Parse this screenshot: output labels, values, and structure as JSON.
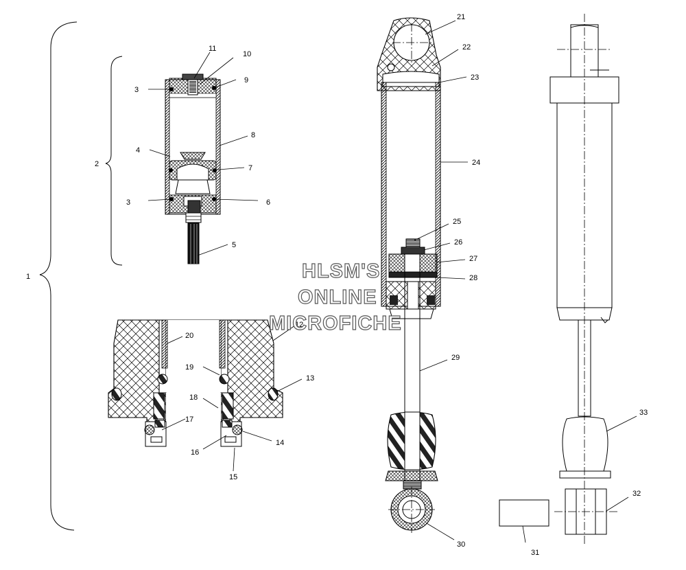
{
  "labels": {
    "l1": "1",
    "l2": "2",
    "l3a": "3",
    "l3b": "3",
    "l4": "4",
    "l5": "5",
    "l6": "6",
    "l7": "7",
    "l8": "8",
    "l9": "9",
    "l10": "10",
    "l11": "11",
    "l12": "12",
    "l13": "13",
    "l14": "14",
    "l15": "15",
    "l16": "16",
    "l17": "17",
    "l18": "18",
    "l19": "19",
    "l20": "20",
    "l21": "21",
    "l22": "22",
    "l23": "23",
    "l24": "24",
    "l25": "25",
    "l26": "26",
    "l27": "27",
    "l28": "28",
    "l29": "29",
    "l30": "30",
    "l31": "31",
    "l32": "32",
    "l33": "33"
  },
  "watermark": {
    "line1": "HLSM'S",
    "line2": "ONLINE",
    "line3": "MICROFICHE"
  }
}
